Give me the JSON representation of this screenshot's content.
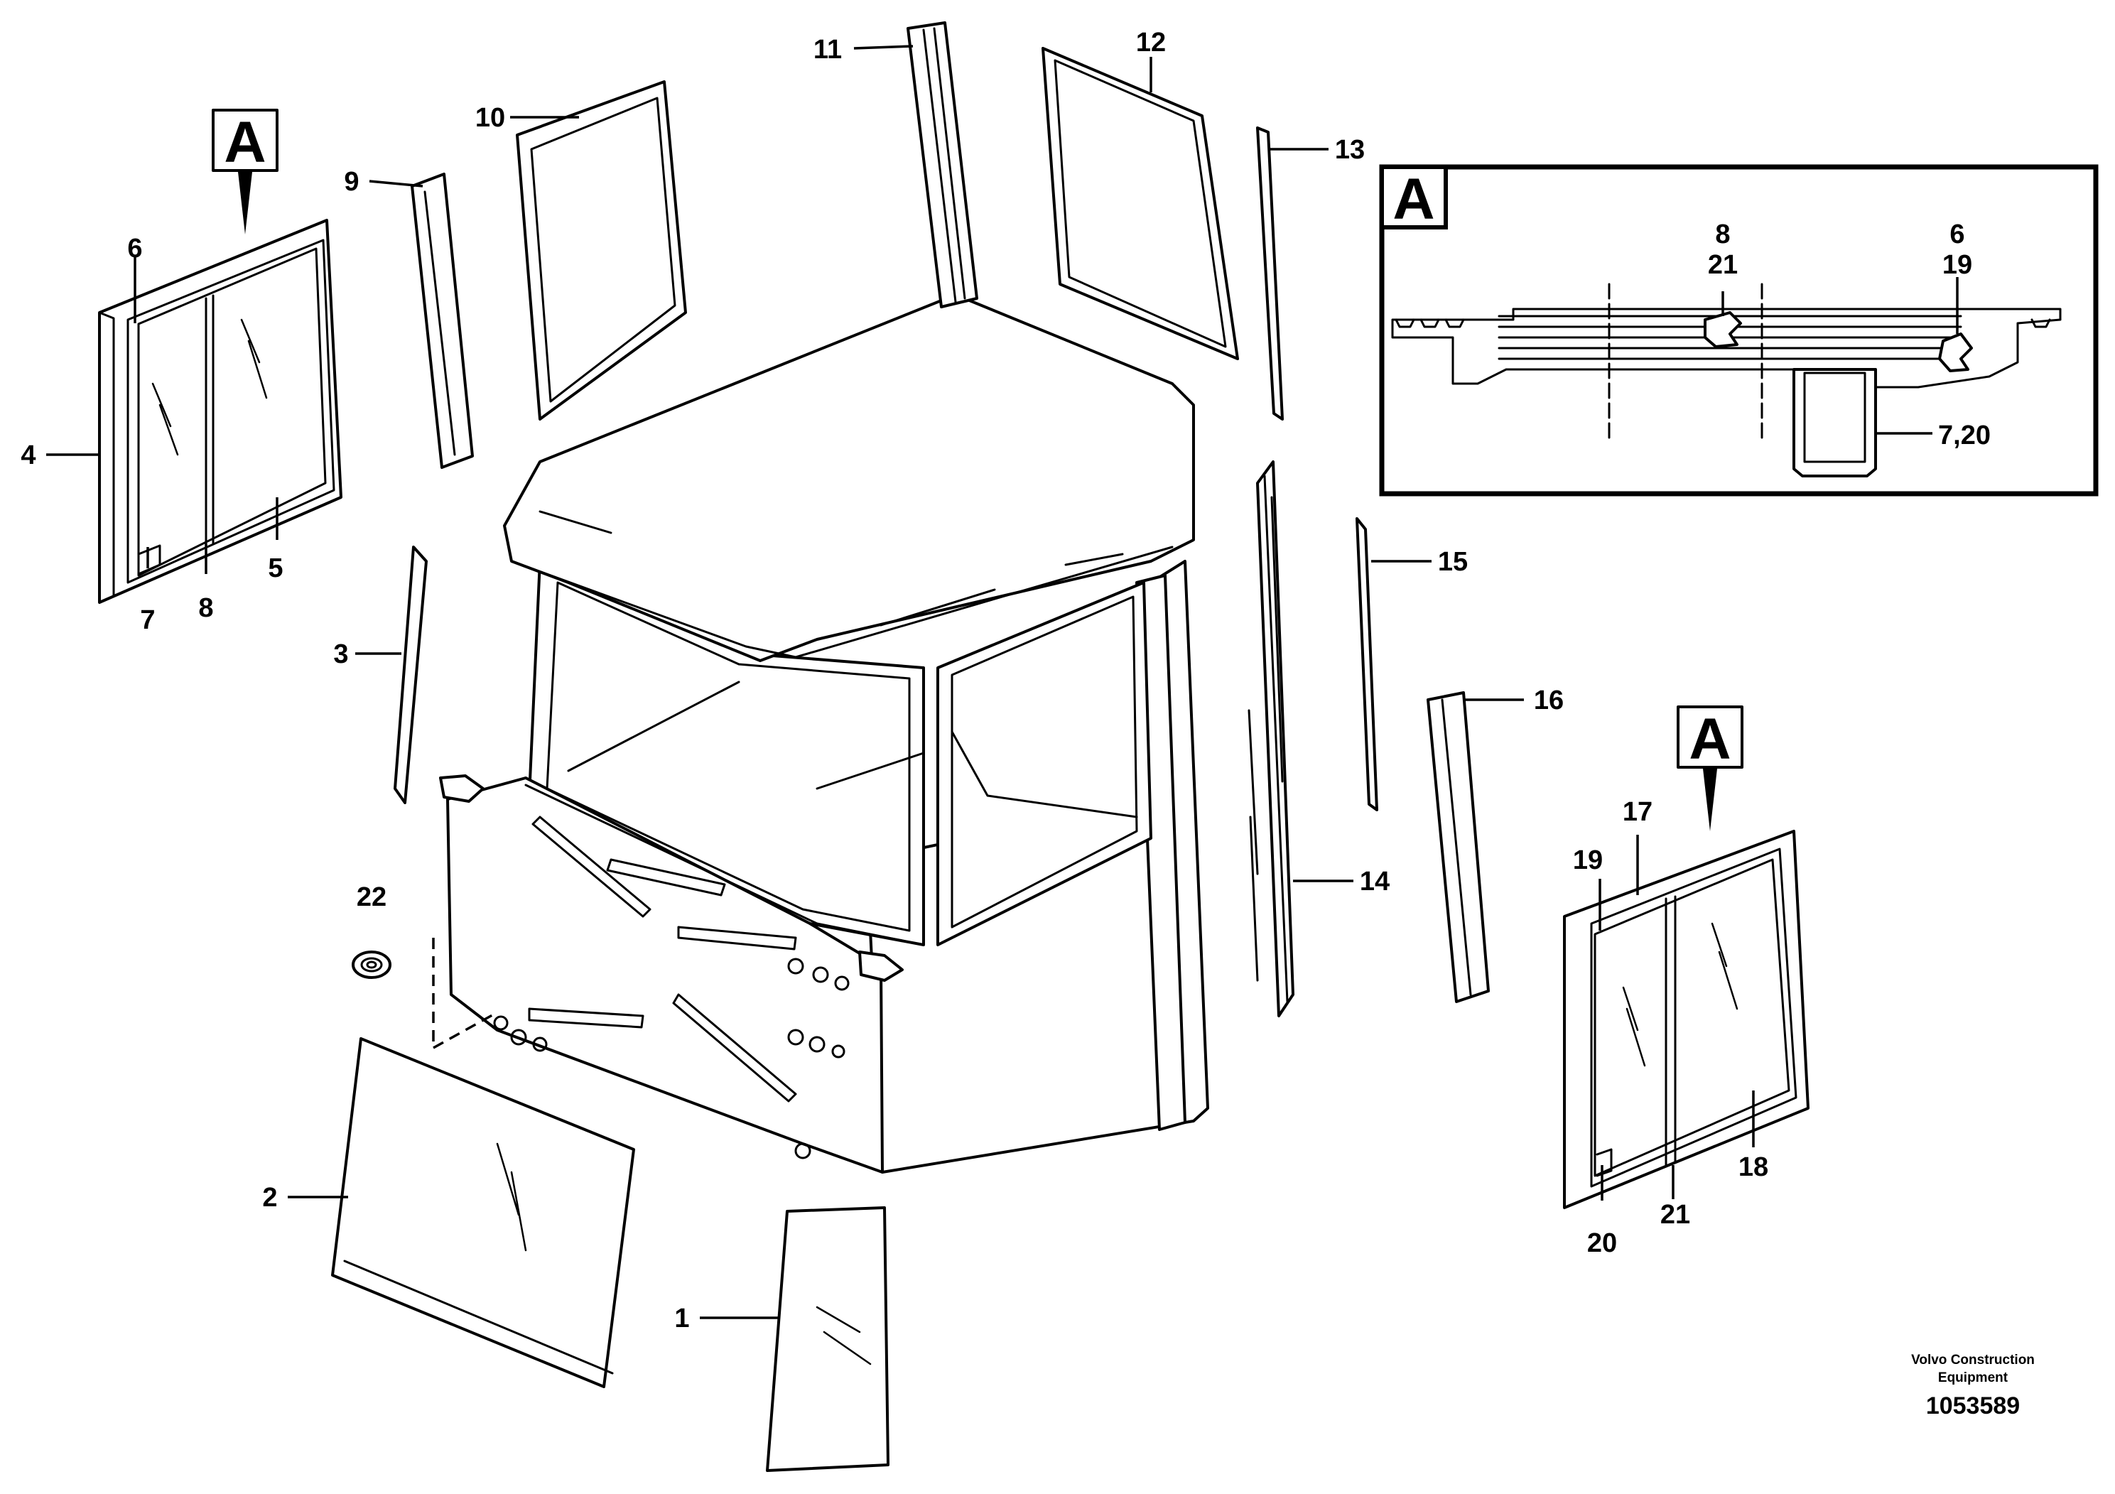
{
  "callouts": {
    "c1": "1",
    "c2": "2",
    "c3": "3",
    "c4": "4",
    "c5": "5",
    "c6": "6",
    "c7": "7",
    "c8": "8",
    "c9": "9",
    "c10": "10",
    "c11": "11",
    "c12": "12",
    "c13": "13",
    "c14": "14",
    "c15": "15",
    "c16": "16",
    "c17": "17",
    "c18": "18",
    "c19": "19",
    "c20": "20",
    "c21": "21",
    "c22": "22"
  },
  "detail": {
    "view_label": "A",
    "c8": "8",
    "c21": "21",
    "c6": "6",
    "c19": "19",
    "c7_20": "7,20"
  },
  "view_markers": {
    "left": "A",
    "right": "A"
  },
  "footer": {
    "brand_line1": "Volvo Construction",
    "brand_line2": "Equipment",
    "drawing_number": "1053589"
  }
}
